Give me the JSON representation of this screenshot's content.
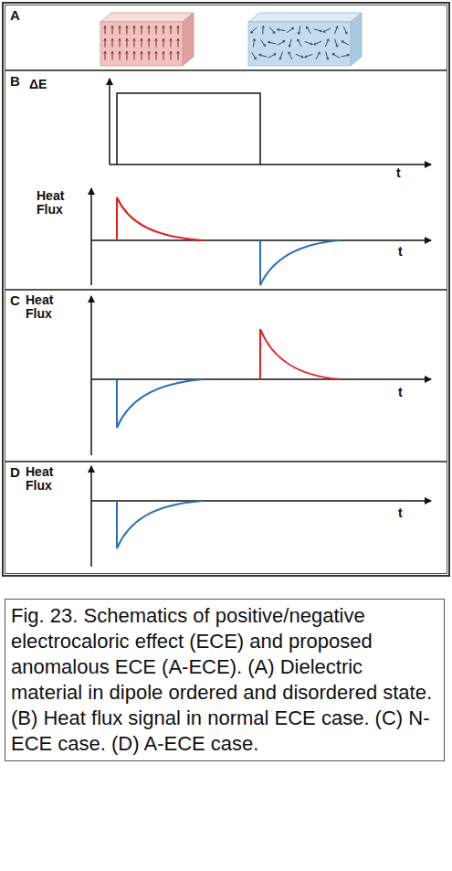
{
  "diagram": {
    "caption": "Fig. 23. Schematics of positive/negative electrocaloric effect (ECE) and proposed anomalous ECE (A-ECE). (A) Dielectric material in dipole ordered and disordered state. (B) Heat flux signal in normal ECE case. (C) N-ECE case. (D) A-ECE case.",
    "nodes": [
      {
        "text": [
          "A"
        ]
      },
      {
        "text": [
          "B",
          "ΔE",
          "t",
          "Heat Flux",
          "t"
        ]
      },
      {
        "text": [
          "C",
          "Heat Flux",
          "t"
        ]
      },
      {
        "text": [
          "D",
          "Heat Flux",
          "t"
        ]
      }
    ]
  }
}
